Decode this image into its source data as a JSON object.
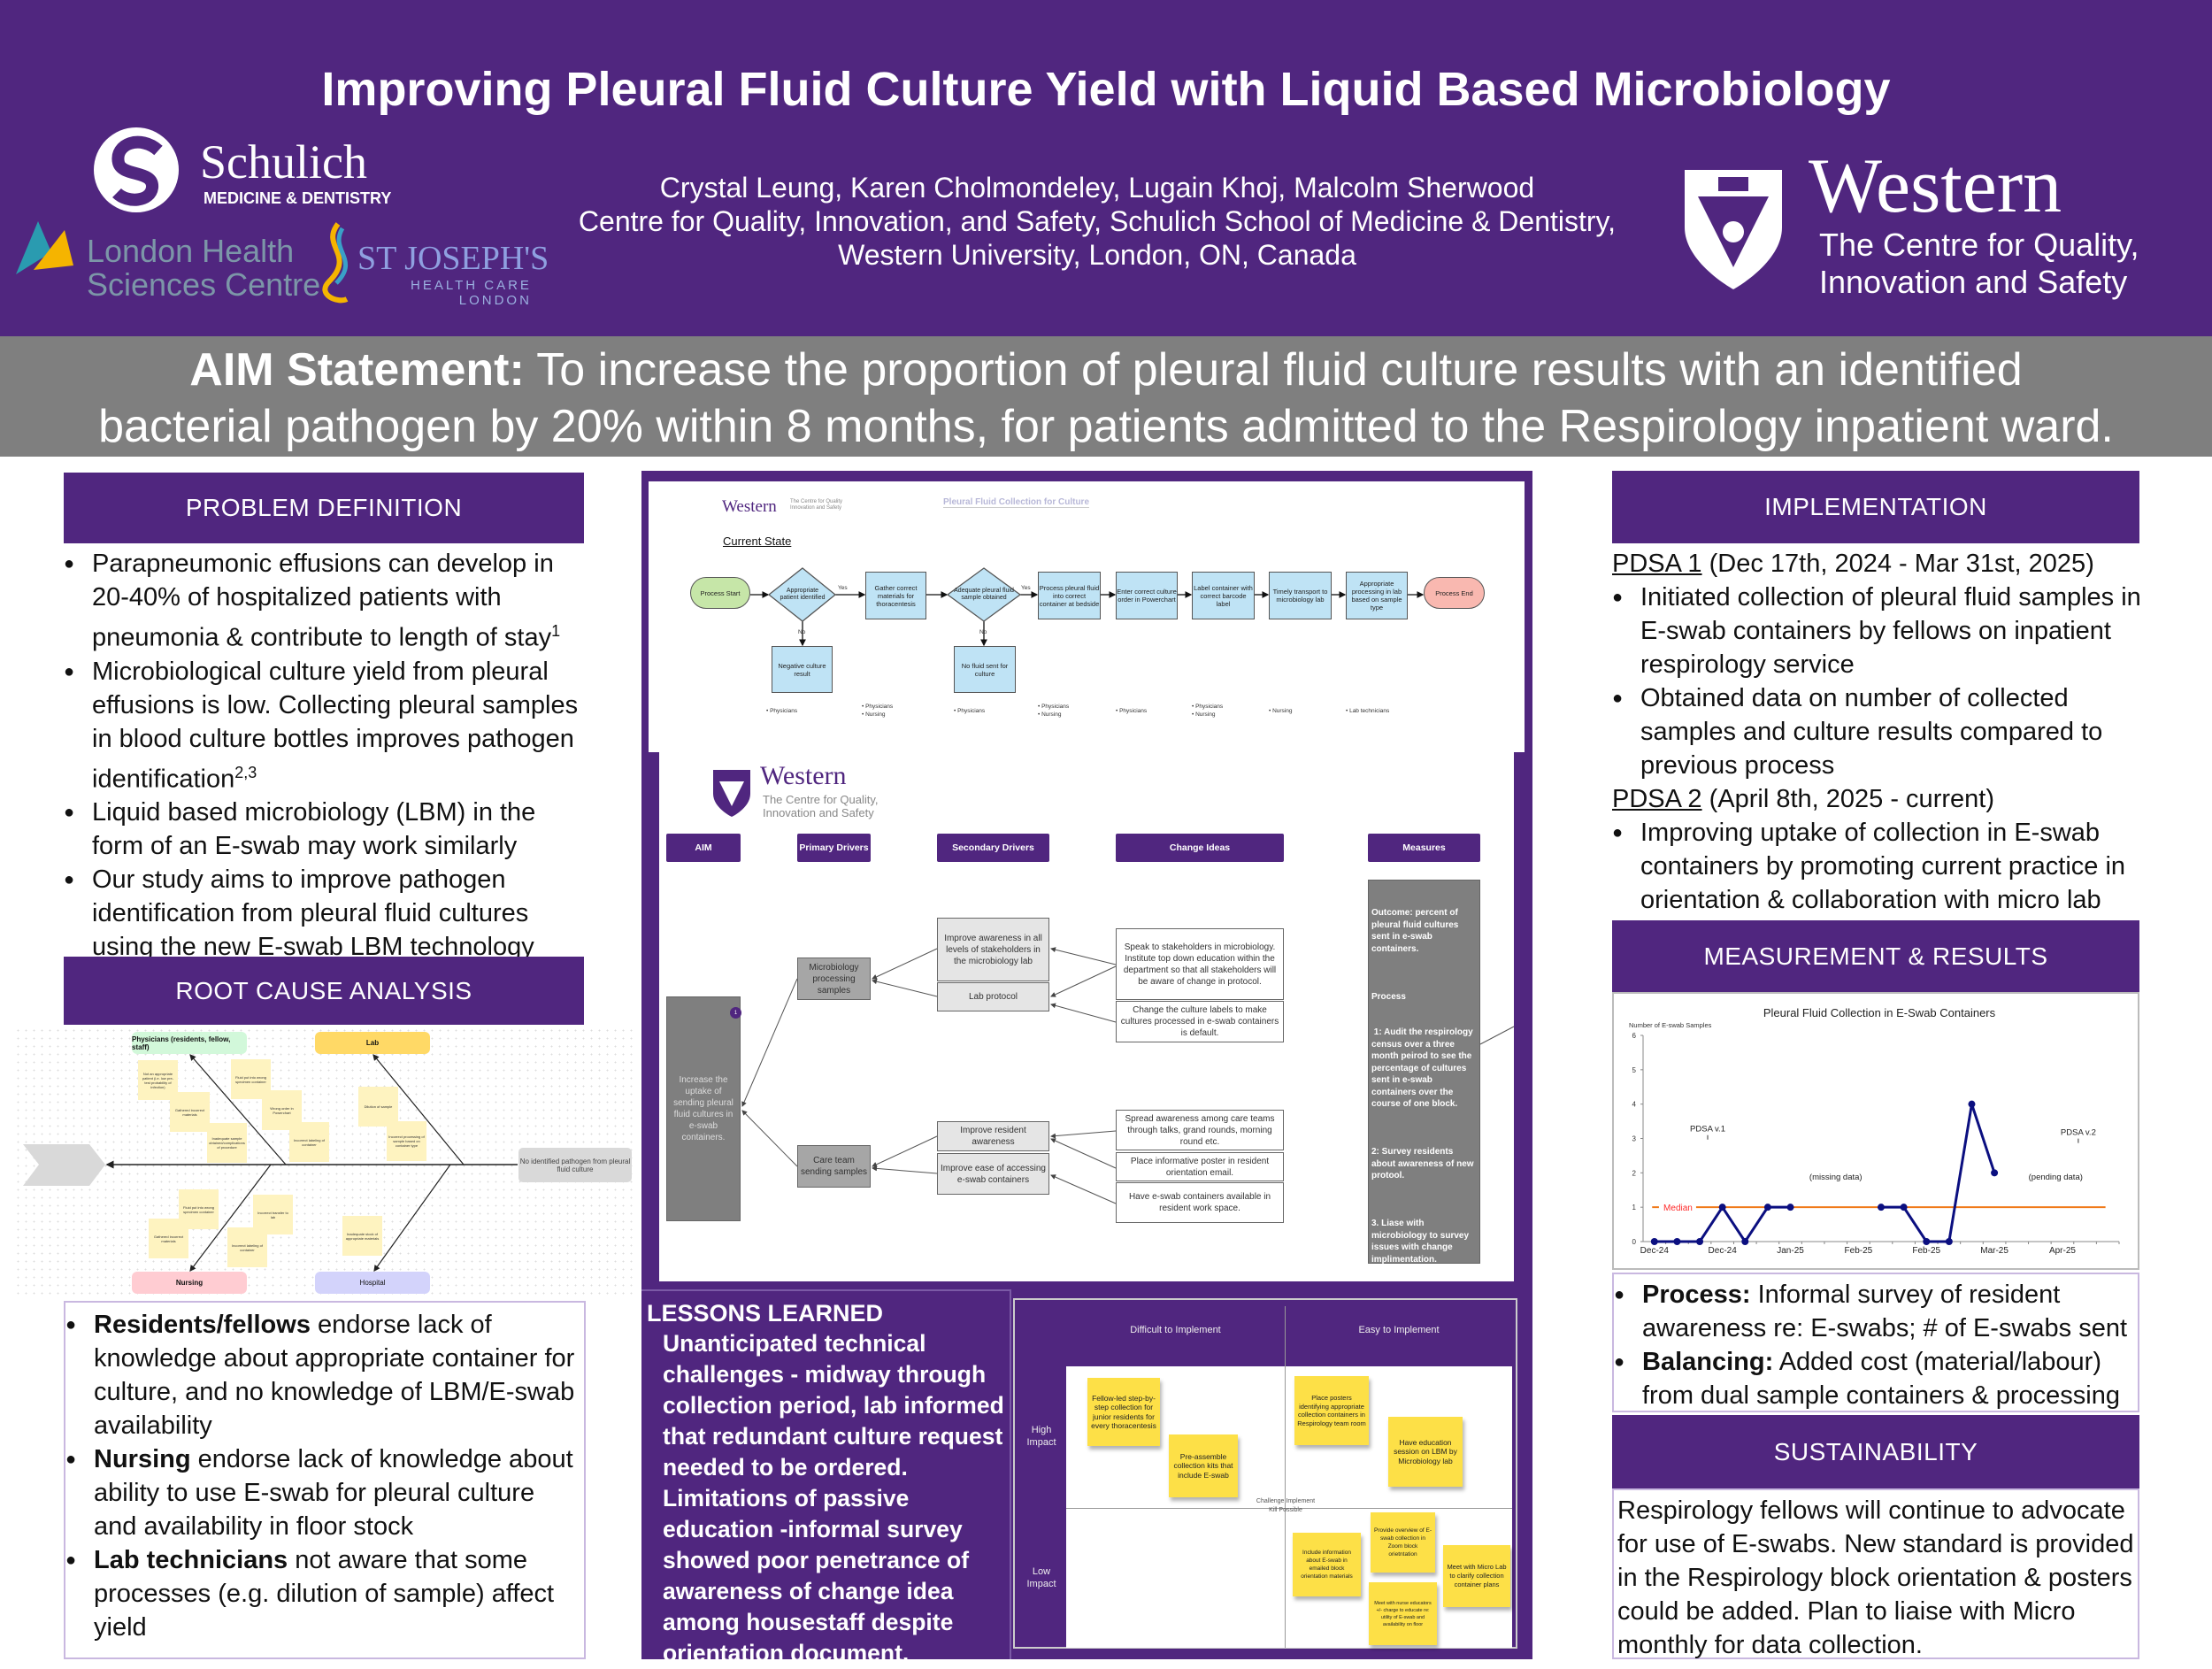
{
  "header": {
    "title": "Improving Pleural Fluid Culture Yield with Liquid Based Microbiology",
    "authors": "Crystal Leung, Karen Cholmondeley, Lugain Khoj, Malcolm Sherwood",
    "affiliation_1": "Centre for Quality, Innovation, and Safety, Schulich School of Medicine & Dentistry,",
    "affiliation_2": "Western University, London, ON, Canada",
    "logos": {
      "schulich": "Schulich",
      "schulich_sub": "MEDICINE & DENTISTRY",
      "lhsc_1": "London Health",
      "lhsc_2": "Sciences Centre",
      "stjoes": "ST JOSEPH'S",
      "stjoes_sub_1": "HEALTH CARE",
      "stjoes_sub_2": "LONDON",
      "western": "Western",
      "western_sub_1": "The Centre for Quality,",
      "western_sub_2": "Innovation and Safety"
    }
  },
  "aim": {
    "label": "AIM Statement:",
    "text_1": " To increase the proportion of pleural fluid culture results with an identified",
    "text_2": "bacterial pathogen by 20% within 8 months, for patients admitted to the Respirology inpatient ward."
  },
  "problem": {
    "heading": "PROBLEM DEFINITION",
    "bullets": [
      {
        "text": "Parapneumonic effusions can develop in 20-40% of hospitalized patients with pneumonia & contribute to length of stay",
        "sup": "1"
      },
      {
        "text": "Microbiological culture yield from pleural effusions is low. Collecting pleural samples in blood culture bottles improves pathogen identification",
        "sup": "2,3"
      },
      {
        "text": "Liquid based microbiology (LBM) in the form of an E-swab may work similarly",
        "sup": ""
      },
      {
        "text": "Our study aims to improve pathogen identification from pleural fluid cultures using the new E-swab LBM technology",
        "sup": ""
      }
    ]
  },
  "root_cause": {
    "heading": "ROOT CAUSE ANALYSIS",
    "fishbone": {
      "effect": "No identified pathogen from pleural fluid culture",
      "categories": {
        "physicians": "Physicians (residents, fellow, staff)",
        "lab": "Lab",
        "nursing": "Nursing",
        "hospital": "Hospital"
      },
      "causes": {
        "physicians": [
          "Not an appropriate patient (i.e. low pre-test probability of infection)",
          "Gathered incorrect materials",
          "Inadequate sample obtained/complications of procedure",
          "Fluid put into wrong specimen container",
          "Wrong order in Powerchart",
          "Incorrect labeling of container"
        ],
        "lab": [
          "Dilution of sample",
          "Incorrect processing of sample based on container type"
        ],
        "nursing": [
          "Fluid put into wrong specimen container",
          "Gathered incorrect materials",
          "Incorrect transfer to lab",
          "Incorrect labeling of container"
        ],
        "hospital": [
          "Inadequate stock of appropriate materials"
        ]
      }
    },
    "bullets": [
      {
        "bold": "Residents/fellows",
        "text": " endorse lack of knowledge about appropriate container for culture, and no knowledge of LBM/E-swab availability"
      },
      {
        "bold": "Nursing",
        "text": " endorse lack of knowledge about ability to use E-swab for pleural culture and availability in floor stock"
      },
      {
        "bold": "Lab technicians",
        "text": " not aware that some processes (e.g. dilution of sample) affect yield"
      }
    ]
  },
  "process_map": {
    "logo": "Western",
    "logo_sub": "The Centre for Quality Innovation and Safety",
    "title": "Pleural Fluid Collection for Culture",
    "subtitle": "Current State",
    "start": "Process Start",
    "end": "Process End",
    "decision_1": "Appropriate patient identified",
    "decision_2": "Adequate pleural fluid sample obtained",
    "yes": "Yes",
    "no": "No",
    "no_1": "Negative culture result",
    "no_2": "No fluid sent for culture",
    "steps": [
      "Gather correct materials for thoracentesis",
      "Process pleural fluid into correct container at bedside",
      "Enter correct culture order in Powerchart",
      "Label container with correct barcode label",
      "Timely transport to microbiology lab",
      "Appropriate processing in lab based on sample type"
    ],
    "roles": [
      "• Physicians",
      "• Physicians\n• Nursing",
      "• Physicians",
      "• Physicians\n• Nursing",
      "• Physicians",
      "• Physicians\n• Nursing",
      "• Nursing",
      "• Lab technicians"
    ]
  },
  "driver_diagram": {
    "logo": "Western",
    "logo_sub_1": "The Centre for Quality,",
    "logo_sub_2": "Innovation and Safety",
    "headers": {
      "aim": "AIM",
      "primary": "Primary Drivers",
      "secondary": "Secondary Drivers",
      "change": "Change Ideas",
      "measures": "Measures"
    },
    "aim": "Increase the uptake of sending pleural fluid cultures in e-swab containers.",
    "badge": "1",
    "primary": [
      "Microbiology processing samples",
      "Care team sending samples"
    ],
    "secondary": [
      "Improve awareness in all levels of stakeholders in the microbiology lab",
      "Lab protocol",
      "Improve resident awareness",
      "Improve ease of accessing e-swab containers"
    ],
    "change": [
      "Speak to stakeholders in microbiology. Institute top down education within the department so that all stakeholders will be aware of change in protocol.",
      "Change the culture labels to make cultures processed in e-swab containers is default.",
      "Spread awareness among care teams through talks, grand rounds, morning round etc.",
      "Place informative poster in resident orientation email.",
      "Have e-swab containers available in resident work space."
    ],
    "measures": [
      "Outcome: percent of pleural fluid cultures sent in e-swab containers.",
      "Process",
      " 1: Audit the respirology census over a three month peirod to see the percentage of cultures sent in e-swab containers over the course of one block.",
      "2: Survey residents about awareness of new protool.",
      "3. Liase with microbiology to survey issues with change implimentation."
    ]
  },
  "lessons": {
    "heading": "LESSONS LEARNED",
    "bullets": [
      "Unanticipated technical challenges - midway through collection period, lab informed that redundant culture request needed to be ordered.",
      "Limitations of passive education -informal survey showed poor penetrance of awareness of change idea among housestaff despite orientation document."
    ]
  },
  "matrix": {
    "col_1": "Difficult to Implement",
    "col_2": "Easy to Implement",
    "row_1": "High Impact",
    "row_2": "Low Impact",
    "center_1": "Challenge Implement",
    "center_2": "Kill Possible",
    "notes": [
      "Fellow-led step-by-step collection for junior residents for every thoracentesis",
      "Pre-assemble collection kits that include E-swab",
      "Place posters identifying appropriate collection containers in Respirology team room",
      "Have education session on LBM by Microbiology lab",
      "Include information about E-swab in emailed block orientation materials",
      "Provide overview of E-swab collection in Zoom block orietntation",
      "Meet with nurse educators +/- charge to educate re: utility of E-swab and availability on floor",
      "Meet with Micro Lab to clarify collection container plans"
    ]
  },
  "implementation": {
    "heading": "IMPLEMENTATION",
    "pdsa1_label": "PDSA 1",
    "pdsa1_dates": " (Dec 17th, 2024 - Mar 31st, 2025)",
    "pdsa1_bullets": [
      "Initiated collection of pleural fluid samples in E-swab containers by fellows on inpatient respirology service",
      "Obtained data on number of collected samples and culture results compared to previous process"
    ],
    "pdsa2_label": "PDSA 2",
    "pdsa2_dates": " (April 8th, 2025 - current)",
    "pdsa2_bullets": [
      "Improving uptake of collection in E-swab containers by promoting current practice in orientation & collaboration with micro lab"
    ]
  },
  "results": {
    "heading": "MEASUREMENT & RESULTS",
    "bullets": [
      {
        "bold": "Process:",
        "text": " Informal survey of resident awareness re: E-swabs; # of E-swabs sent"
      },
      {
        "bold": "Balancing:",
        "text": " Added cost (material/labour) from dual sample containers & processing"
      }
    ]
  },
  "sustainability": {
    "heading": "SUSTAINABILITY",
    "text": "Respirology fellows will continue to advocate for use of E-swabs. New standard is provided in the Respirology block orientation & posters could be added. Plan to liaise with Micro monthly for data collection."
  },
  "chart_data": {
    "type": "line",
    "title": "Pleural Fluid Collection in E-Swab Containers",
    "ylabel": "Number of E-swab Samples",
    "xlabel": "",
    "ylim": [
      0,
      6
    ],
    "yticks": [
      0,
      1,
      2,
      3,
      4,
      5,
      6
    ],
    "xlim": [
      -0.5,
      20.5
    ],
    "xtick_positions": [
      0,
      3,
      6,
      9,
      12,
      15,
      18
    ],
    "xtick_labels": [
      "Dec-24",
      "Dec-24",
      "Jan-25",
      "Feb-25",
      "Feb-25",
      "Mar-25",
      "Apr-25"
    ],
    "series": [
      {
        "name": "segment-1",
        "x": [
          0,
          1,
          2,
          3,
          4,
          5,
          6
        ],
        "y": [
          0,
          0,
          0,
          1,
          0,
          1,
          1
        ]
      },
      {
        "name": "segment-2",
        "x": [
          10,
          11,
          12,
          13,
          14,
          15
        ],
        "y": [
          1,
          1,
          0,
          0,
          4,
          2
        ]
      }
    ],
    "median": {
      "label": "Median",
      "value": 1
    },
    "annotations": [
      {
        "text": "PDSA v.1",
        "x": 2.35,
        "y": 3.2
      },
      {
        "text": "PDSA v.2",
        "x": 18.7,
        "y": 3.1
      },
      {
        "text": "(missing data)",
        "x": 8.0,
        "y": 1.8
      },
      {
        "text": "(pending data)",
        "x": 17.7,
        "y": 1.8
      }
    ],
    "colors": {
      "line": "#0b0f80",
      "median": "#f07a1a",
      "median_label": "#ff2a2a"
    }
  }
}
